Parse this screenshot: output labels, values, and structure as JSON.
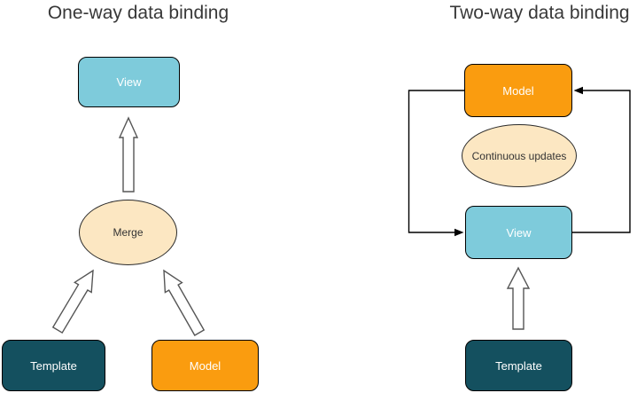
{
  "left_diagram": {
    "title": "One-way data binding",
    "nodes": {
      "view": "View",
      "merge": "Merge",
      "template": "Template",
      "model": "Model"
    }
  },
  "right_diagram": {
    "title": "Two-way data binding",
    "nodes": {
      "model": "Model",
      "continuous_updates": "Continuous updates",
      "view": "View",
      "template": "Template"
    }
  },
  "colors": {
    "view_fill": "#7ECBDB",
    "template_fill": "#14505F",
    "model_fill": "#FA9C0F",
    "ellipse_fill": "#FCE7C2",
    "shape_outline": "#000000",
    "block_arrow_fill": "#FFFFFF",
    "block_arrow_outline": "#565656",
    "connector_line": "#000000",
    "title_text": "#383838",
    "box_label_text": "#FFFFFF",
    "ellipse_label_text": "#333333",
    "background": "#FFFFFF"
  }
}
